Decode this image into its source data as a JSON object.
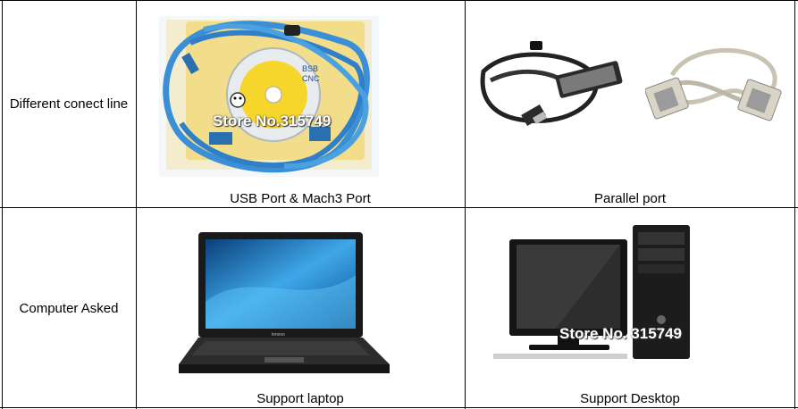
{
  "rows": [
    {
      "label": "Different conect line",
      "cells": [
        {
          "caption": "USB Port & Mach3 Port",
          "watermark": "Store No.315749"
        },
        {
          "caption": "Parallel port"
        }
      ]
    },
    {
      "label": "Computer Asked",
      "cells": [
        {
          "caption": "Support laptop"
        },
        {
          "caption": "Support Desktop",
          "watermark": "Store No. 315749"
        }
      ]
    }
  ],
  "images": {
    "cd_label_lines": [
      "BSB",
      "CNC"
    ],
    "laptop_brand": "lenovo"
  }
}
